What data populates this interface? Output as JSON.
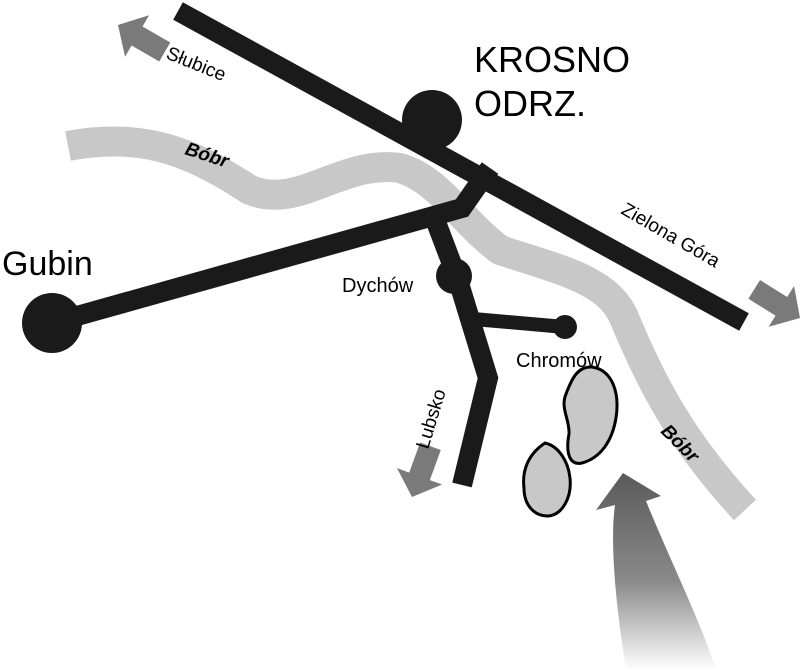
{
  "map": {
    "colors": {
      "road": "#1a1a1a",
      "river": "#c8c8c8",
      "arrow": "#7a7a7a",
      "lake": "#c8c8c8",
      "outline": "#000000"
    },
    "towns": {
      "krosno_line1": "KROSNO",
      "krosno_line2": "ODRZ.",
      "gubin": "Gubin",
      "dychow": "Dychów",
      "chromow": "Chromów"
    },
    "directions": {
      "slubice": "Słubice",
      "zielona_gora": "Zielona Góra",
      "lubsko": "Lubsko"
    },
    "rivers": {
      "upper": "Bóbr",
      "lower": "Bóbr"
    }
  }
}
